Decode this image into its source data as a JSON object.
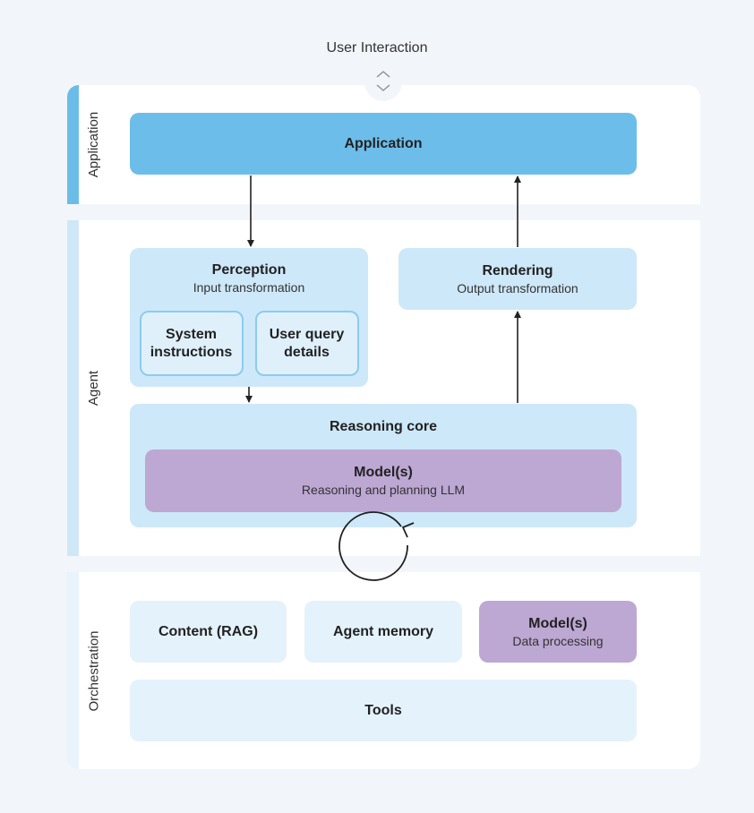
{
  "header": {
    "user_interaction": "User Interaction"
  },
  "layers": {
    "application": "Application",
    "agent": "Agent",
    "orchestration": "Orchestration"
  },
  "application_box": {
    "title": "Application"
  },
  "perception": {
    "title": "Perception",
    "subtitle": "Input transformation",
    "items": [
      "System instructions",
      "User query details"
    ]
  },
  "rendering": {
    "title": "Rendering",
    "subtitle": "Output transformation"
  },
  "reasoning_core": {
    "title": "Reasoning core",
    "model": {
      "title": "Model(s)",
      "subtitle": "Reasoning and planning LLM"
    }
  },
  "orchestration": {
    "content": "Content (RAG)",
    "memory": "Agent memory",
    "model": {
      "title": "Model(s)",
      "subtitle": "Data processing"
    },
    "tools": "Tools"
  },
  "icons": {
    "interaction": "up-down-chevron-icon",
    "loop": "cycle-arrow-icon"
  },
  "colors": {
    "application": "#6dbdea",
    "agent_boxes": "#cde8f8",
    "orchestration_boxes": "#e4f2fc",
    "model": "#bda7d3"
  }
}
